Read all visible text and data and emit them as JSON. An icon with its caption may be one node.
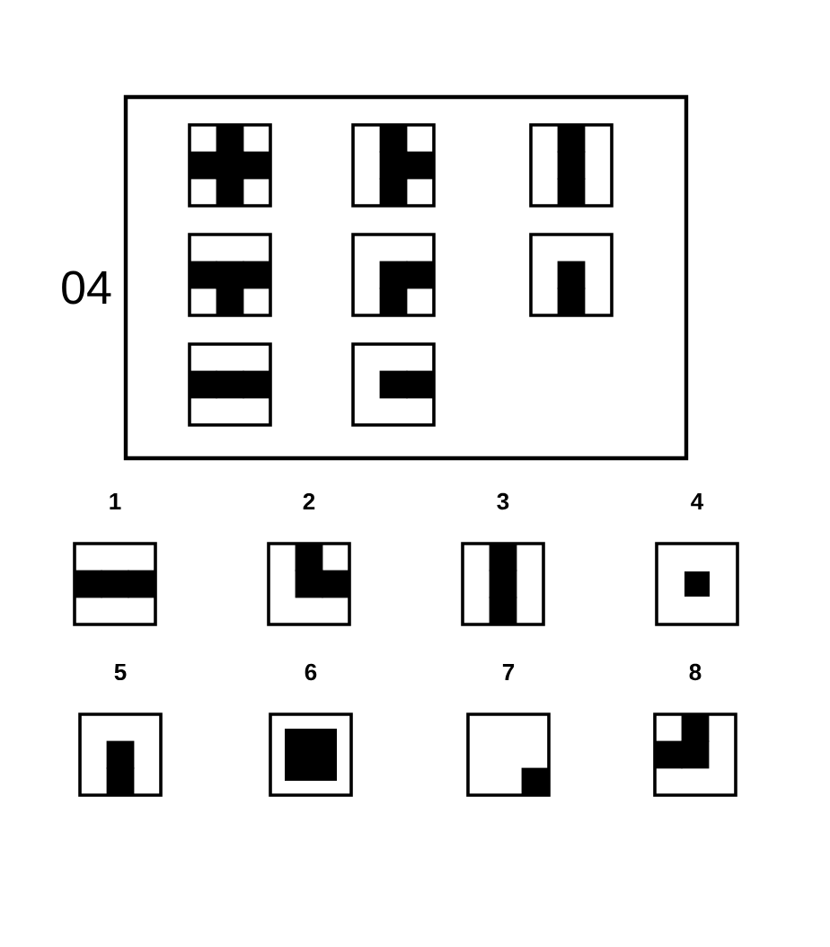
{
  "diagram": {
    "labels": [
      "04",
      "1",
      "2",
      "3",
      "4",
      "5",
      "6",
      "7",
      "8"
    ]
  }
}
